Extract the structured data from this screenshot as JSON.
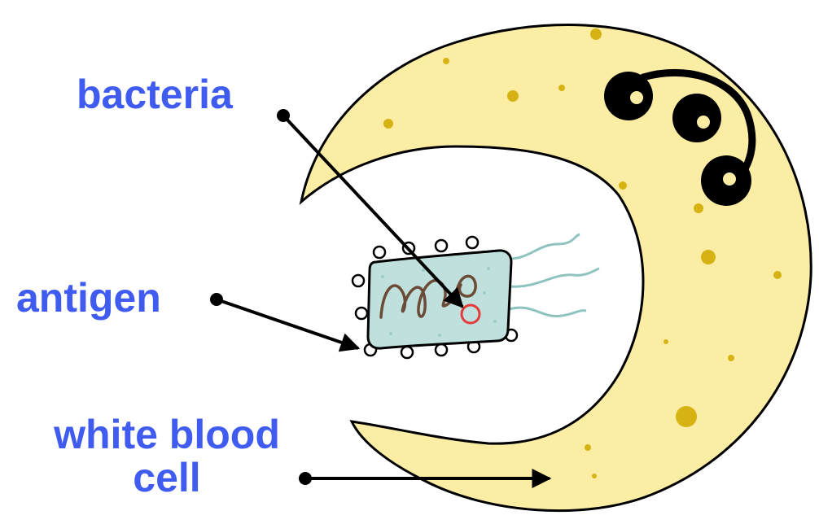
{
  "labels": {
    "bacteria": "bacteria",
    "antigen": "antigen",
    "white_blood_cell_line1": "white blood",
    "white_blood_cell_line2": "cell"
  },
  "colors": {
    "label_text": "#3f5bf0",
    "cell_fill": "#fbeda3",
    "cell_spots": "#d6b313",
    "bacteria_body": "#bfe0dc",
    "bacteria_dna": "#6b4a36",
    "flagella": "#8fc3c0",
    "highlight_circle": "#e53b3b",
    "nucleus": "#000000"
  },
  "icons": {
    "cell": "white-blood-cell-crescent",
    "bacterium": "bacterium-rod",
    "pointer": "arrow-with-dot"
  }
}
